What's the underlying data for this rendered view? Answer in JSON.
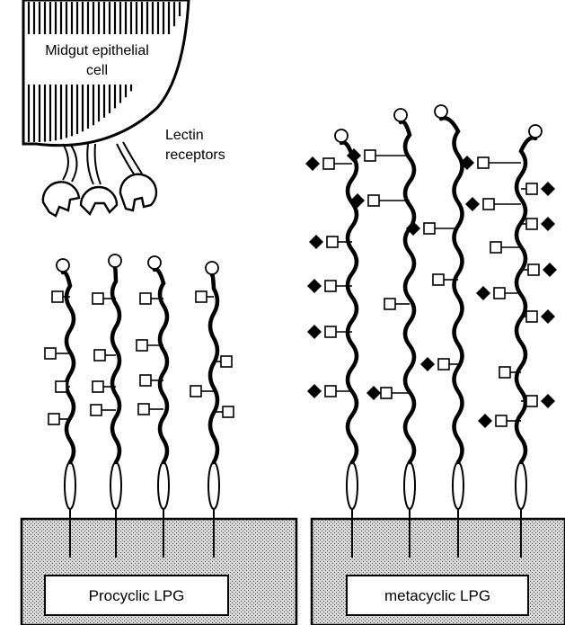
{
  "labels": {
    "cell_line1": "Midgut epithelial",
    "cell_line2": "cell",
    "receptors_line1": "Lectin",
    "receptors_line2": "receptors",
    "procyclic": "Procyclic LPG",
    "metacyclic": "metacyclic LPG"
  },
  "colors": {
    "ink": "#000000",
    "membrane_fill": "#c8c8c8",
    "background": "#ffffff"
  },
  "legend_glyphs": {
    "open_square": "square-icon",
    "filled_diamond": "diamond-icon",
    "open_circle": "circle-icon"
  }
}
